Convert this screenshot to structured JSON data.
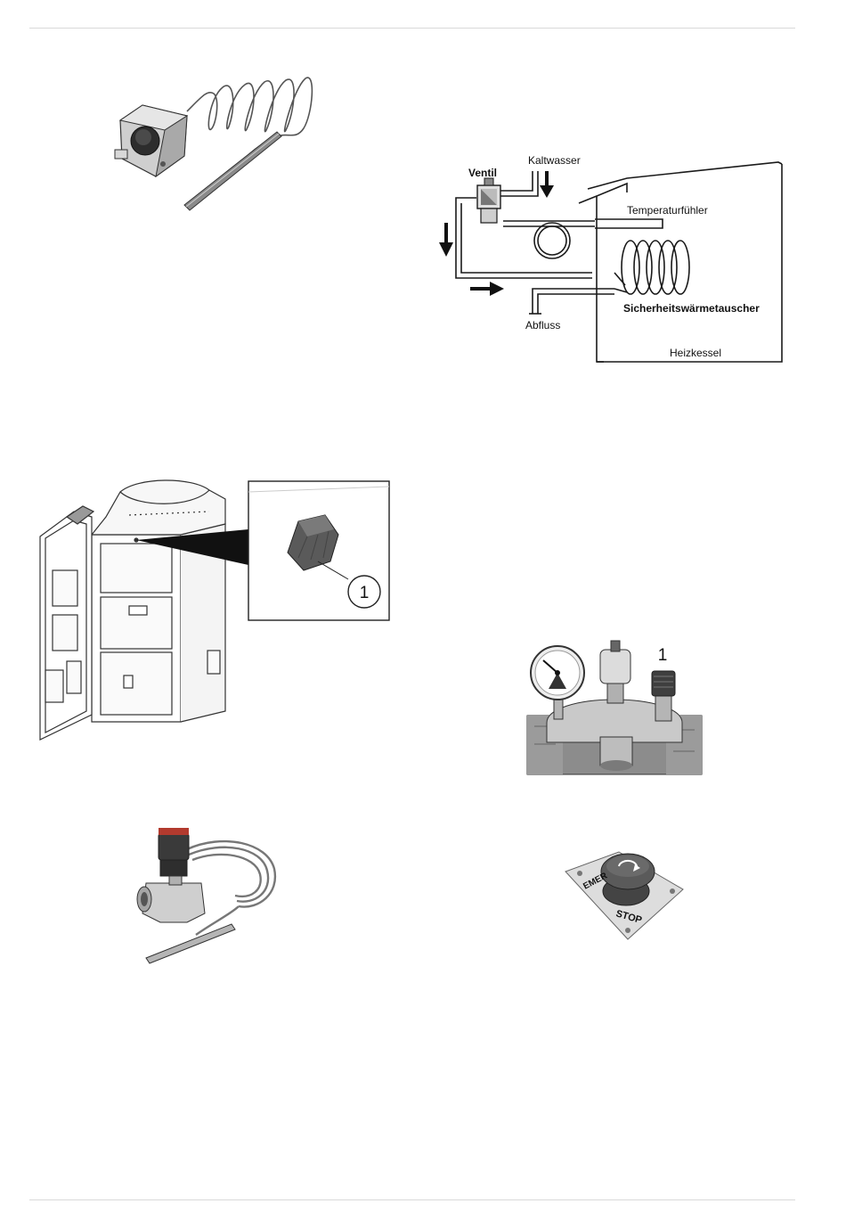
{
  "diagram": {
    "label_valve": "Ventil",
    "label_cold_water": "Kaltwasser",
    "label_sensor": "Temperaturfühler",
    "label_exchanger": "Sicherheitswärmetauscher",
    "label_drain": "Abfluss",
    "label_boiler": "Heizkessel"
  },
  "boiler_callout": {
    "number": "1"
  },
  "safety_group": {
    "number": "1"
  },
  "emergency_button": {
    "text_top": "EMER",
    "text_bottom": "STOP"
  },
  "colors": {
    "line": "#1a1a1a",
    "metal": "#b8b8b8",
    "dark": "#3a3a3a",
    "red": "#b23a2e",
    "rule": "#d9d9d9"
  }
}
